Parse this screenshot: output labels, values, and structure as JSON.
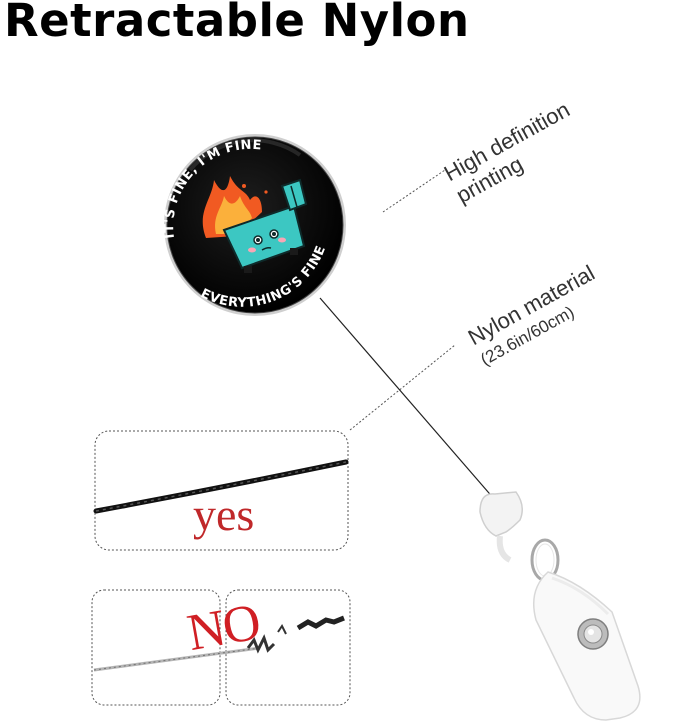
{
  "title": "Retractable Nylon",
  "callout_printing": {
    "line1": "High definition",
    "line2": "printing"
  },
  "callout_nylon": {
    "line1": "Nylon material",
    "line2": "(23.6in/60cm)"
  },
  "badge": {
    "top_text": "IT'S FINE, I'M FINE",
    "bottom_text": "EVERYTHING'S FINE"
  },
  "comparison": {
    "good_label": "yes",
    "bad_label": "NO"
  },
  "colors": {
    "badge_bg": "#0a0a0a",
    "dumpster": "#3cc7c2",
    "flame": "#f15a22",
    "label_red": "#c0282a"
  }
}
